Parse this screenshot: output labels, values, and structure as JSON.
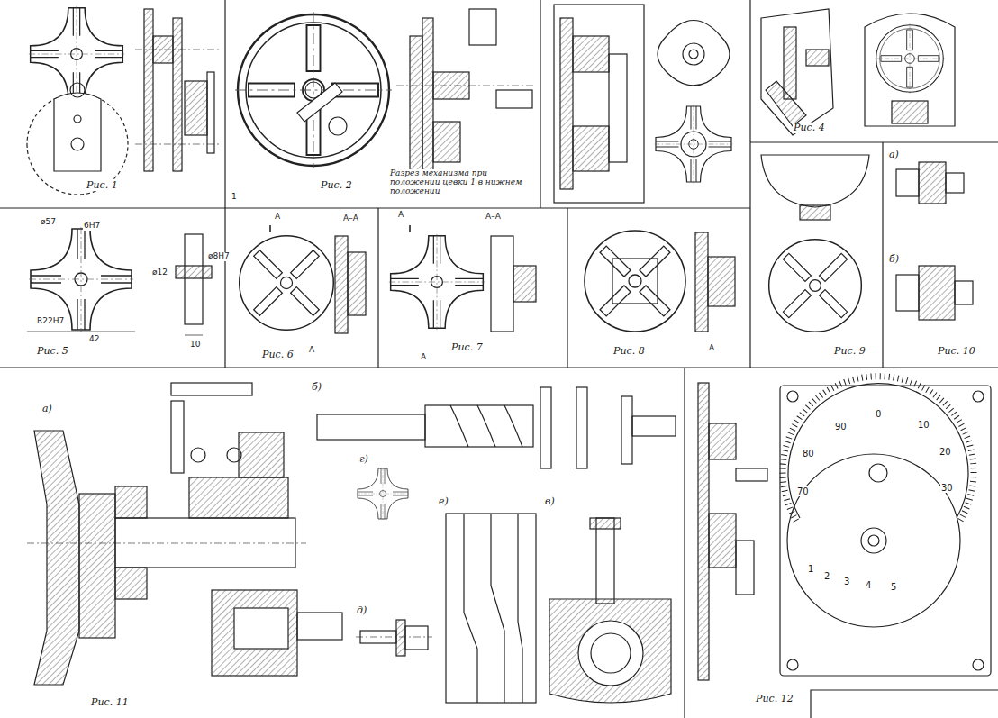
{
  "diagram": {
    "labels": [
      "Рис. 1",
      "1",
      "Рис. 2",
      "Разрез механизма при положении цевки 1 в нижнем положении",
      "Рис. 4",
      "ø57",
      "6H7",
      "R22H7",
      "42",
      "Рис. 5",
      "ø12",
      "ø8H7",
      "10",
      "А",
      "А–А",
      "А",
      "Рис. 6",
      "А",
      "А–А",
      "А",
      "Рис. 7",
      "А",
      "Рис. 8",
      "Рис. 9",
      "а)",
      "б)",
      "Рис. 10",
      "а)",
      "б)",
      "г)",
      "е)",
      "в)",
      "д)",
      "Рис. 11",
      "90",
      "0",
      "10",
      "80",
      "20",
      "70",
      "30",
      "1",
      "2",
      "3",
      "4",
      "5",
      "Рис. 12"
    ]
  }
}
